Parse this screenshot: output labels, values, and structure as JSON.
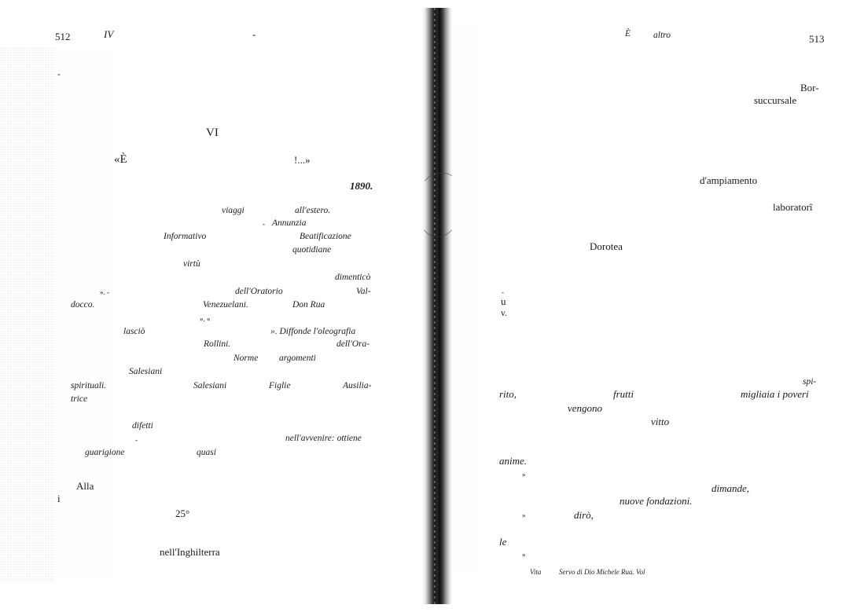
{
  "left_page": {
    "page_number": "512",
    "header_chapter": "IV",
    "header_dash": "-",
    "mark_1": "-",
    "chapter_number": "VI",
    "chapter_title_open": "«È",
    "chapter_title_close": "!...»",
    "year": "1890.",
    "summary": {
      "w_viaggi": "viaggi",
      "w_allestero": "all'estero.",
      "dash_1": "-",
      "w_annunzia": "Annunzia",
      "w_informativo": "Informativo",
      "w_beatificazione": "Beatificazione",
      "w_quotidiane": "quotidiane",
      "w_virtu": "virtù",
      "w_dimentico": "dimenticò",
      "quote_dash": "». -",
      "w_delloratorio": "dell'Oratorio",
      "w_val": "Val-",
      "w_docco": "docco.",
      "w_venezuelani": "Venezuelani.",
      "w_donrua": "Don Rua",
      "guillemets": "».   «",
      "w_lascio": "lasciò",
      "w_diffonde": "».  Diffonde l'oleografia",
      "w_rollini": "Rollini.",
      "w_dellora": "dell'Ora-",
      "w_norme": "Norme",
      "w_argomenti": "argomenti",
      "w_salesiani_1": "Salesiani",
      "w_spirituali": "spirituali.",
      "w_salesiani_2": "Salesiani",
      "w_figlie": "Figlie",
      "w_ausilia": "Ausilia-",
      "w_trice": "trice",
      "w_difetti": "difetti",
      "dash_2": "-",
      "w_nellavvenire": "nell'avvenire: ottiene",
      "w_guarigione": "guarigione",
      "w_quasi": "quasi"
    },
    "body": {
      "w_alla": "Alla",
      "w_i": "i",
      "w_25": "25°",
      "w_inghilterra": "nell'Inghilterra"
    }
  },
  "right_page": {
    "page_number": "513",
    "header_E": "È",
    "header_altro": "altro",
    "w_bor": "Bor-",
    "w_succursale": "succursale",
    "w_dampiamento": "d'ampiamento",
    "w_laboratori": "laboratorî",
    "w_dorotea": "Dorotea",
    "mark_dash": "-",
    "w_u": "u",
    "w_v": "v.",
    "w_spi": "spi-",
    "w_rito": "rito,",
    "w_frutti": "frutti",
    "w_migliaia": "migliaia i poveri",
    "w_vengono": "vengono",
    "w_vitto": "vitto",
    "w_anime": "anime.",
    "guil_1": "»",
    "w_dimande": "dimande,",
    "w_nuove": "nuove  fondazioni.",
    "guil_2": "»",
    "w_diro": "dirò,",
    "w_le": "le",
    "guil_3": "»",
    "footnote": {
      "vita": "Vita",
      "servo": "Servo di Dio Michele Rua. Vol"
    }
  }
}
